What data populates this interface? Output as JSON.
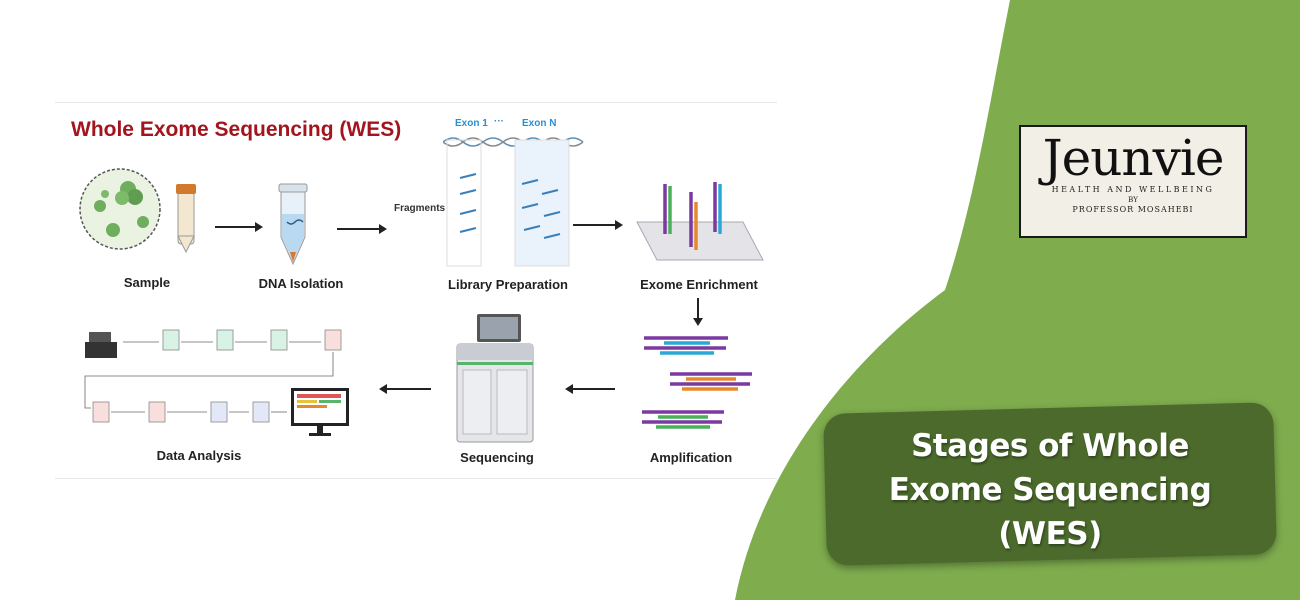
{
  "diagram": {
    "title": "Whole Exome Sequencing (WES)",
    "stages": {
      "sample": "Sample",
      "dna_isolation": "DNA Isolation",
      "library_preparation": "Library Preparation",
      "exome_enrichment": "Exome Enrichment",
      "amplification": "Amplification",
      "sequencing": "Sequencing",
      "data_analysis": "Data Analysis"
    },
    "fragments_label": "Fragments",
    "exon_first": "Exon 1",
    "exon_dots": "···",
    "exon_last": "Exon N",
    "colors": {
      "title": "#a3151e",
      "exon": "#2a8fd0"
    }
  },
  "logo": {
    "name": "Jeunvie",
    "tagline": "HEALTH AND WELLBEING",
    "by": "BY",
    "author": "PROFESSOR MOSAHEBI"
  },
  "banner": {
    "lines": [
      "Stages of Whole",
      "Exome Sequencing",
      "(WES)"
    ]
  },
  "colors": {
    "green": "#7fad4e",
    "banner": "#4b6a2c",
    "white": "#ffffff"
  }
}
